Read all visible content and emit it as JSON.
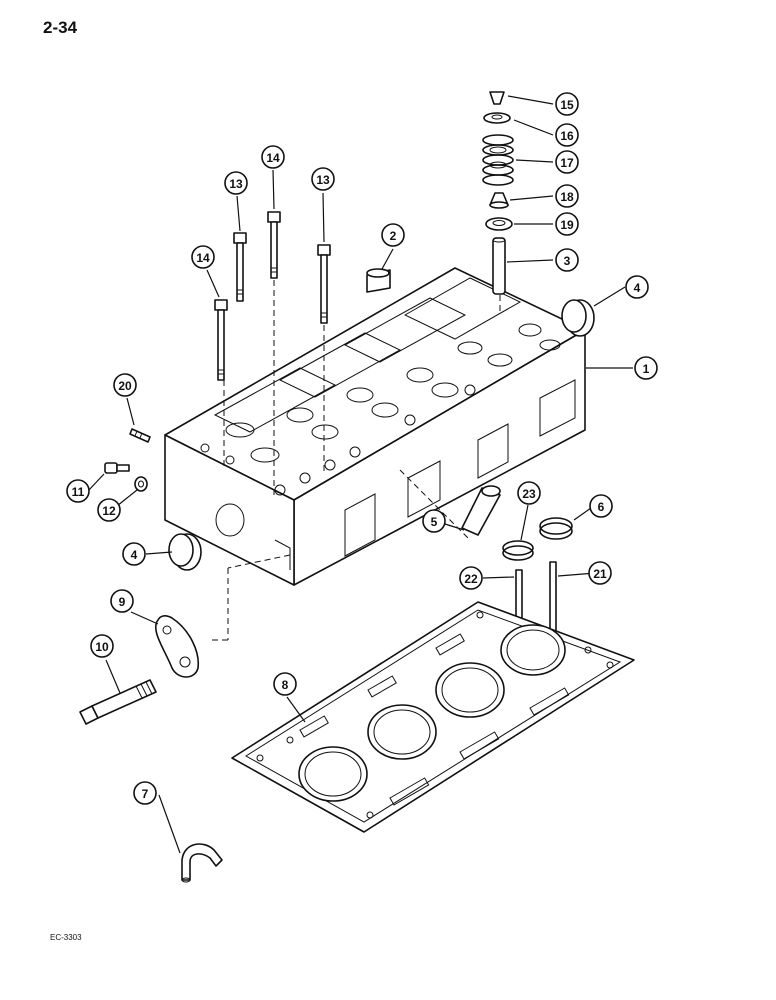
{
  "page_label": "2-34",
  "footer_code": "EC-3303",
  "callouts": [
    {
      "key": "c15",
      "label": "15"
    },
    {
      "key": "c16",
      "label": "16"
    },
    {
      "key": "c17",
      "label": "17"
    },
    {
      "key": "c18",
      "label": "18"
    },
    {
      "key": "c19",
      "label": "19"
    },
    {
      "key": "c3",
      "label": "3"
    },
    {
      "key": "c2",
      "label": "2"
    },
    {
      "key": "c4a",
      "label": "4"
    },
    {
      "key": "c1",
      "label": "1"
    },
    {
      "key": "c13a",
      "label": "13"
    },
    {
      "key": "c14a",
      "label": "14"
    },
    {
      "key": "c13b",
      "label": "13"
    },
    {
      "key": "c14b",
      "label": "14"
    },
    {
      "key": "c20",
      "label": "20"
    },
    {
      "key": "c11",
      "label": "11"
    },
    {
      "key": "c12",
      "label": "12"
    },
    {
      "key": "c4b",
      "label": "4"
    },
    {
      "key": "c5",
      "label": "5"
    },
    {
      "key": "c23",
      "label": "23"
    },
    {
      "key": "c6",
      "label": "6"
    },
    {
      "key": "c22",
      "label": "22"
    },
    {
      "key": "c21",
      "label": "21"
    },
    {
      "key": "c9",
      "label": "9"
    },
    {
      "key": "c10",
      "label": "10"
    },
    {
      "key": "c8",
      "label": "8"
    },
    {
      "key": "c7",
      "label": "7"
    }
  ]
}
